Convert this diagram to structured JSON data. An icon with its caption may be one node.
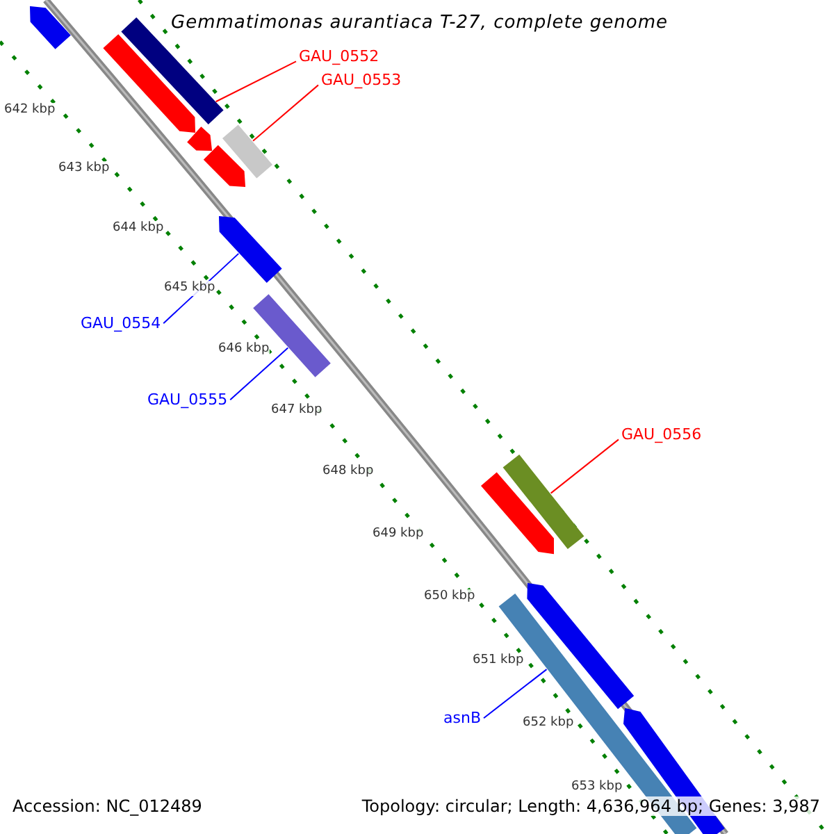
{
  "diagram": {
    "title": "Gemmatimonas aurantiaca T-27, complete genome",
    "nodes": [
      {
        "text": [
          "GAU_0552"
        ]
      },
      {
        "text": [],
        "shape": "bar"
      },
      {
        "text": [
          "GAU_0553"
        ]
      },
      {
        "text": [],
        "shape": "bar"
      },
      {
        "text": [
          "GAU_0554"
        ]
      },
      {
        "text": [],
        "shape": "bar"
      },
      {
        "text": [
          "GAU_0555"
        ]
      },
      {
        "text": [],
        "shape": "bar"
      },
      {
        "text": [
          "GAU_0556"
        ]
      },
      {
        "text": [],
        "shape": "bar"
      },
      {
        "text": [
          "asnB"
        ]
      },
      {
        "text": [],
        "shape": "bar"
      },
      {
        "text": [],
        "shape": "bar"
      },
      {
        "text": [],
        "shape": "bar"
      },
      {
        "text": [],
        "shape": "bar"
      },
      {
        "text": [],
        "shape": "bar"
      },
      {
        "text": [],
        "shape": "bar"
      },
      {
        "text": [],
        "shape": "bar"
      },
      {
        "text": [],
        "shape": "bar"
      }
    ],
    "edges": [
      {
        "from": 0,
        "to": 1,
        "arrow": "none",
        "color": "#ff0000"
      },
      {
        "from": 2,
        "to": 3,
        "arrow": "none",
        "color": "#ff0000"
      },
      {
        "from": 4,
        "to": 5,
        "arrow": "none",
        "color": "#0000ff"
      },
      {
        "from": 6,
        "to": 7,
        "arrow": "none",
        "color": "#0000ff"
      },
      {
        "from": 8,
        "to": 9,
        "arrow": "none",
        "color": "#ff0000"
      },
      {
        "from": 10,
        "to": 11,
        "arrow": "none",
        "color": "#0000ff"
      }
    ],
    "labels": [
      "642 kbp",
      "643 kbp",
      "644 kbp",
      "645 kbp",
      "646 kbp",
      "647 kbp",
      "648 kbp",
      "649 kbp",
      "650 kbp",
      "651 kbp",
      "652 kbp",
      "653 kbp",
      "Accession: NC_012489",
      "Topology: circular; Length: 4,636,964 bp; Genes: 3,987"
    ]
  }
}
